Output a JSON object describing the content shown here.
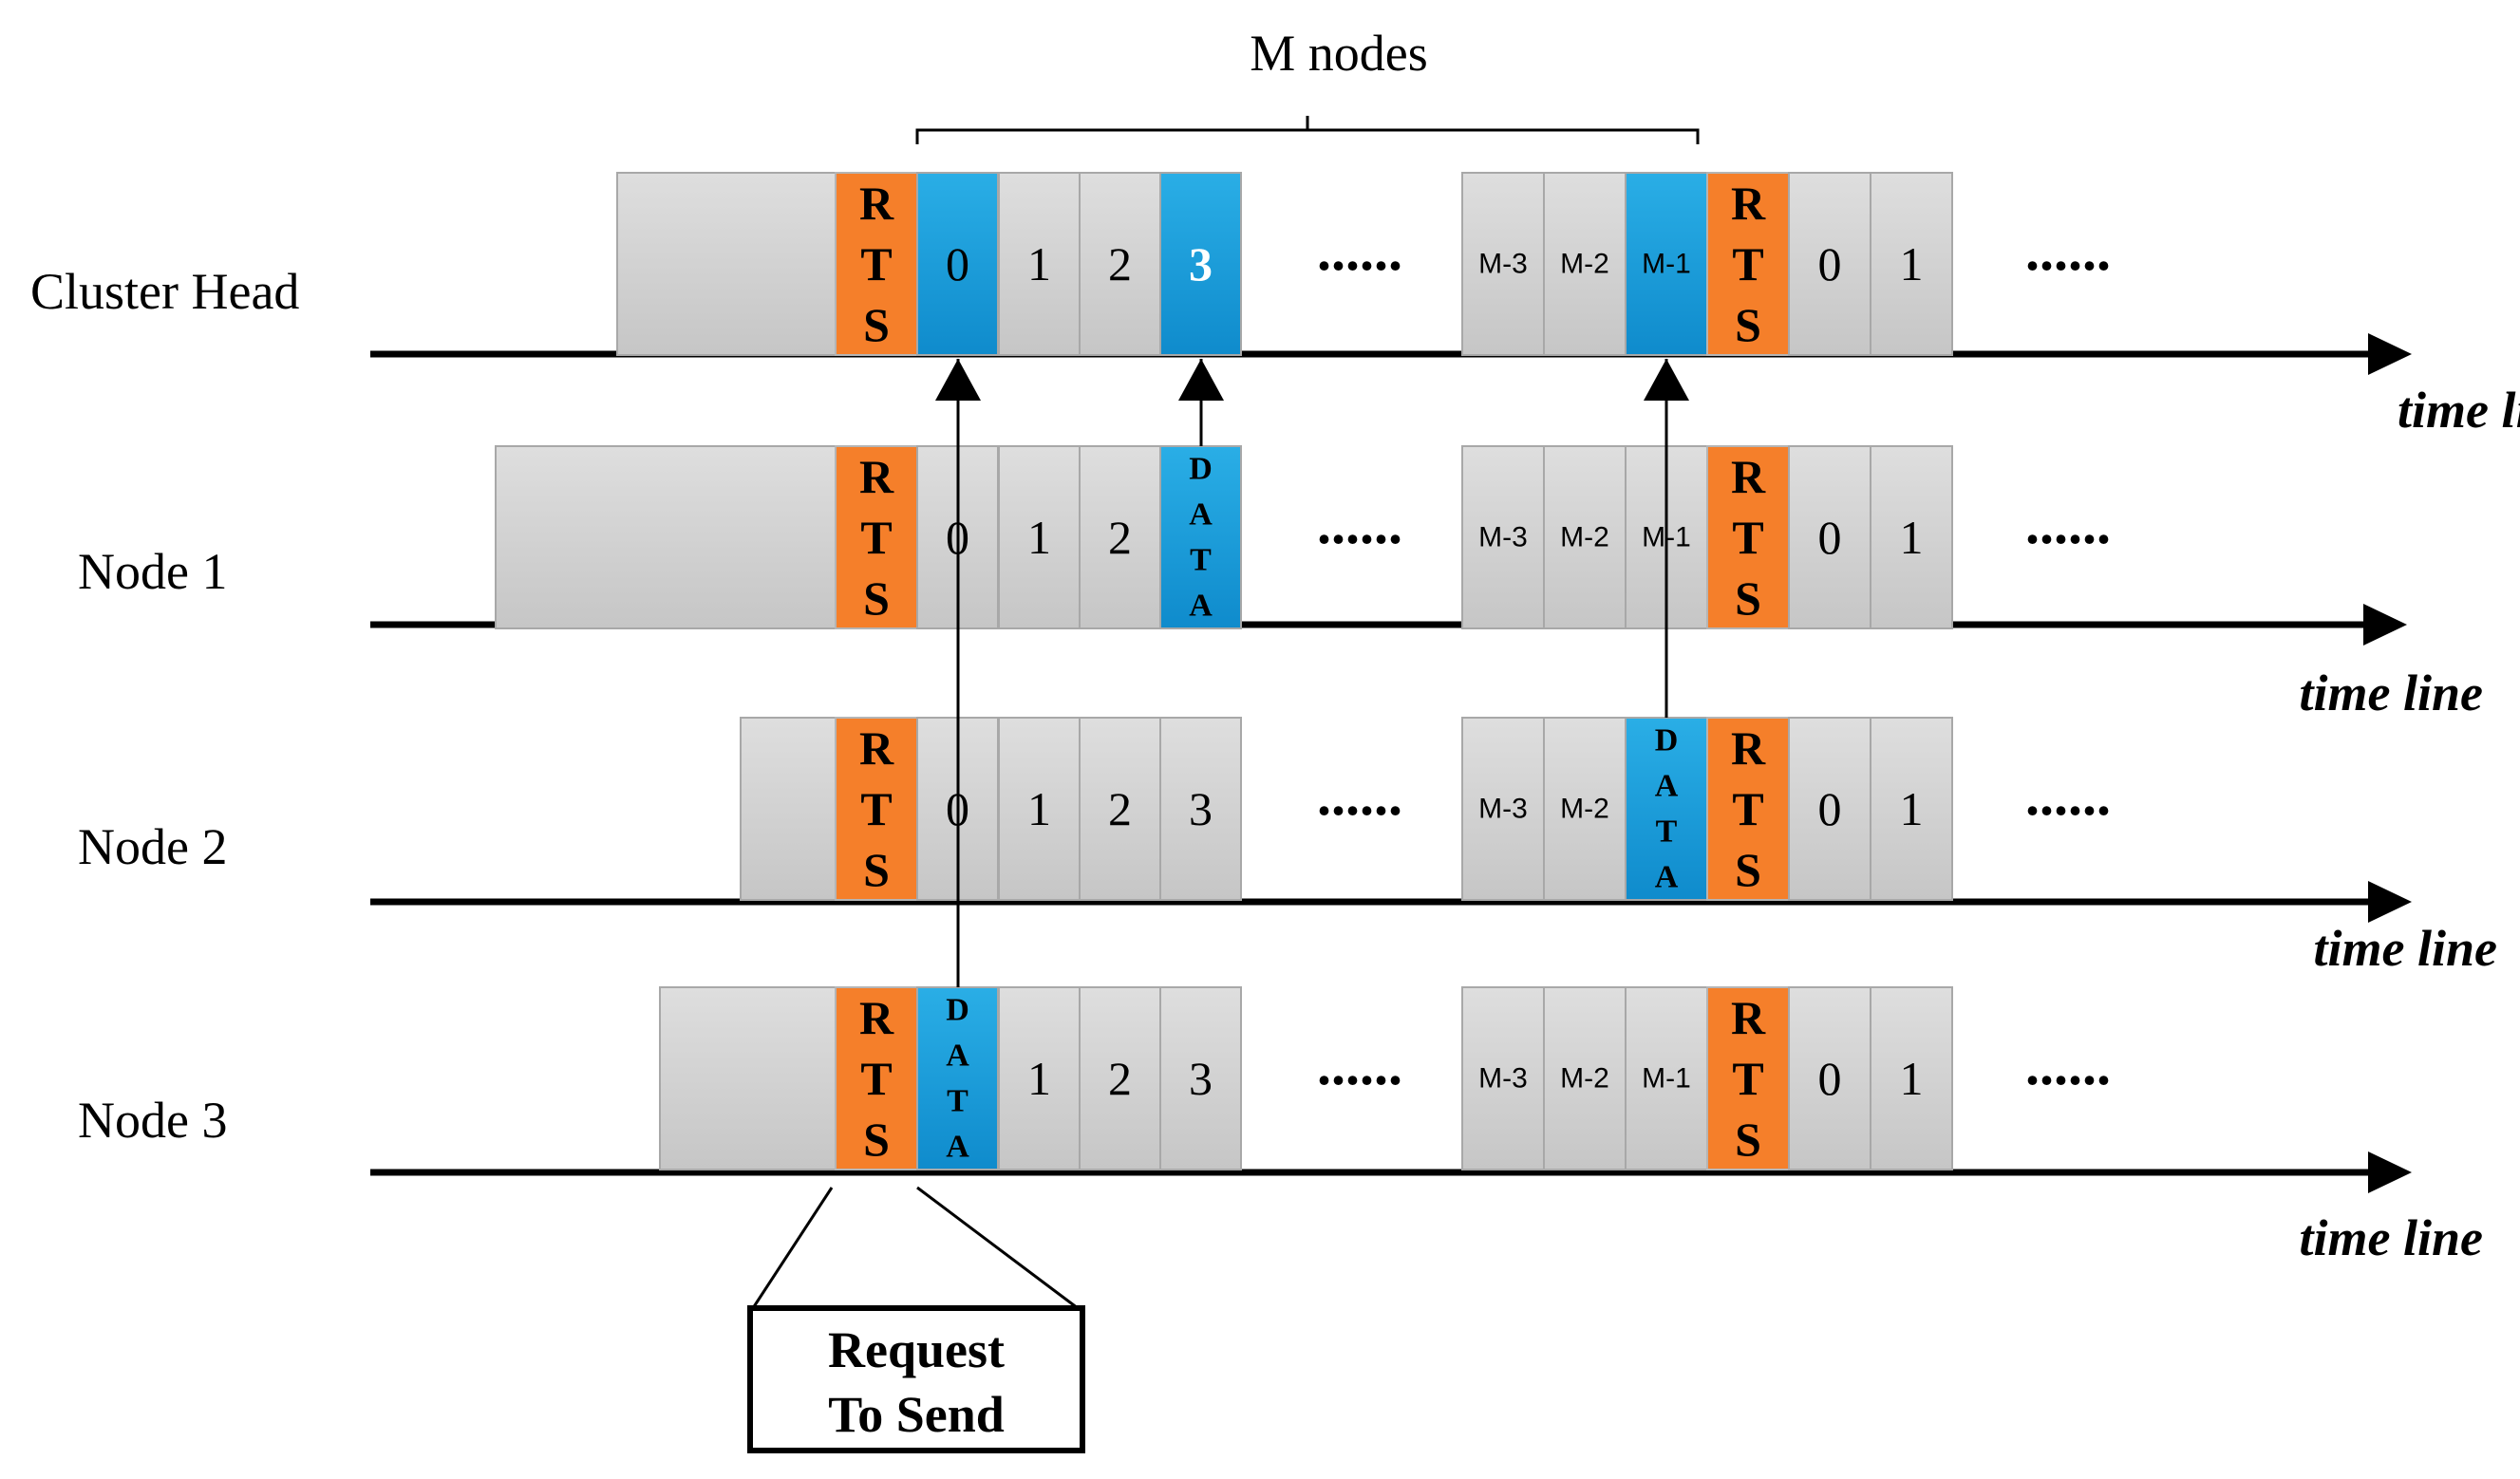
{
  "bracket_label": "M nodes",
  "rts_letters": [
    "R",
    "T",
    "S"
  ],
  "data_letters": [
    "D",
    "A",
    "T",
    "A"
  ],
  "ellipsis": "......",
  "timeline_label": "time line",
  "callout": {
    "line1": "Request",
    "line2": "To Send"
  },
  "colors": {
    "slot_fill": "#d4d4d4",
    "rts_fill": "#f57f2a",
    "active_fill": "#1ea0dc",
    "axis": "#000000"
  },
  "rows": [
    {
      "id": "cluster-head",
      "label": "Cluster Head",
      "pre": [
        ""
      ],
      "group1": [
        {
          "text": "0",
          "kind": "active"
        },
        {
          "text": "1",
          "kind": "slot"
        },
        {
          "text": "2",
          "kind": "slot"
        },
        {
          "text": "3",
          "kind": "active-white"
        }
      ],
      "group2": [
        {
          "text": "M-3",
          "kind": "slot"
        },
        {
          "text": "M-2",
          "kind": "slot"
        },
        {
          "text": "M-1",
          "kind": "active"
        }
      ],
      "after": [
        "0",
        "1"
      ]
    },
    {
      "id": "node-1",
      "label": "Node 1",
      "pre": [
        ""
      ],
      "group1": [
        {
          "text": "0",
          "kind": "slot"
        },
        {
          "text": "1",
          "kind": "slot"
        },
        {
          "text": "2",
          "kind": "slot"
        },
        {
          "text": "DATA",
          "kind": "data"
        }
      ],
      "group2": [
        {
          "text": "M-3",
          "kind": "slot"
        },
        {
          "text": "M-2",
          "kind": "slot"
        },
        {
          "text": "M-1",
          "kind": "slot"
        }
      ],
      "after": [
        "0",
        "1"
      ]
    },
    {
      "id": "node-2",
      "label": "Node 2",
      "pre": [
        ""
      ],
      "group1": [
        {
          "text": "0",
          "kind": "slot"
        },
        {
          "text": "1",
          "kind": "slot"
        },
        {
          "text": "2",
          "kind": "slot"
        },
        {
          "text": "3",
          "kind": "slot"
        }
      ],
      "group2": [
        {
          "text": "M-3",
          "kind": "slot"
        },
        {
          "text": "M-2",
          "kind": "slot"
        },
        {
          "text": "DATA",
          "kind": "data"
        }
      ],
      "after": [
        "0",
        "1"
      ]
    },
    {
      "id": "node-3",
      "label": "Node 3",
      "pre": [
        ""
      ],
      "group1": [
        {
          "text": "DATA",
          "kind": "data"
        },
        {
          "text": "1",
          "kind": "slot"
        },
        {
          "text": "2",
          "kind": "slot"
        },
        {
          "text": "3",
          "kind": "slot"
        }
      ],
      "group2": [
        {
          "text": "M-3",
          "kind": "slot"
        },
        {
          "text": "M-2",
          "kind": "slot"
        },
        {
          "text": "M-1",
          "kind": "slot"
        }
      ],
      "after": [
        "0",
        "1"
      ]
    }
  ]
}
